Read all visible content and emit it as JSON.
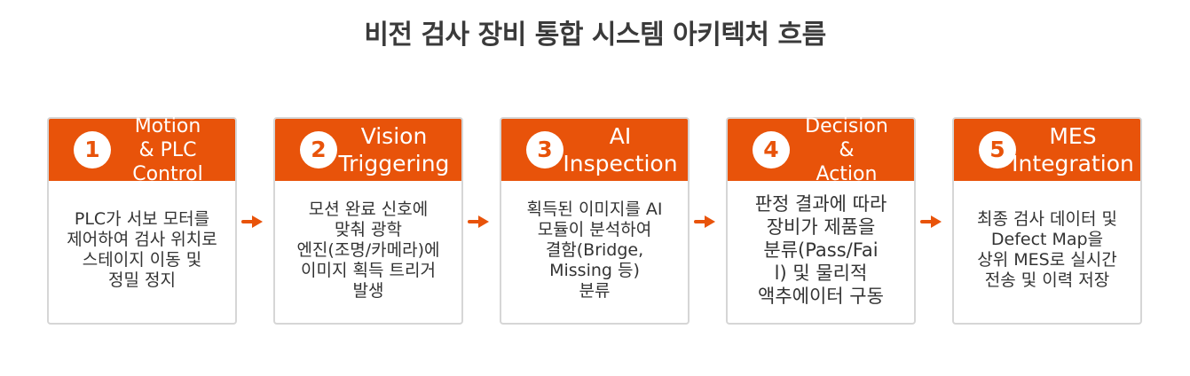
{
  "title": "비전 검사 장비 통합 시스템 아키텍처 흐름",
  "colors": {
    "accent": "#e8530a",
    "border": "#d6d6d6",
    "text": "#333333"
  },
  "steps": [
    {
      "number": "1",
      "title": "Motion\n& PLC\nControl",
      "description": "PLC가 서보 모터를\n제어하여 검사 위치로\n스테이지 이동 및\n정밀 정지"
    },
    {
      "number": "2",
      "title": "Vision\nTriggering",
      "description": "모션 완료 신호에\n맞춰 광학\n엔진(조명/카메라)에\n이미지 획득 트리거\n발생"
    },
    {
      "number": "3",
      "title": "AI\nInspection",
      "description": "획득된 이미지를 AI\n모듈이 분석하여\n결함(Bridge,\nMissing 등)\n분류"
    },
    {
      "number": "4",
      "title": "Decision\n&\nAction",
      "description": "판정 결과에 따라\n장비가 제품을\n분류(Pass/Fai\nl) 및 물리적\n액추에이터 구동"
    },
    {
      "number": "5",
      "title": "MES\nIntegration",
      "description": "최종 검사 데이터 및\nDefect Map을\n상위 MES로 실시간\n전송 및 이력 저장"
    }
  ],
  "arrow_icon": "arrow-right-icon"
}
